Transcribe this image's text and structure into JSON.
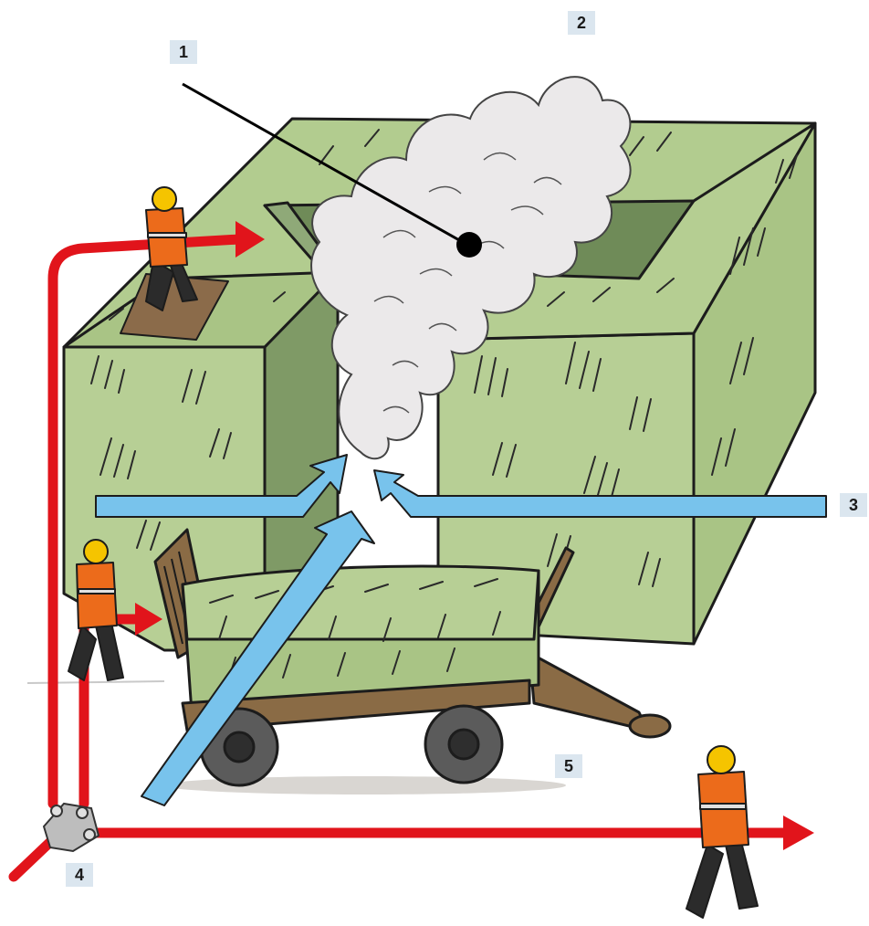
{
  "labels": {
    "l1": "1",
    "l2": "2",
    "l3": "3",
    "l4": "4",
    "l5": "5"
  },
  "colors": {
    "hay_light": "#b7cf95",
    "hay_mid": "#a9c485",
    "hay_dark": "#7f9a66",
    "smoke": "#ebe9ea",
    "hose_red": "#e1141b",
    "air_blue": "#78c3ec",
    "wagon_brown": "#8a6b45",
    "wheel_grey": "#5b5b5b",
    "helmet_yellow": "#f5c400",
    "suit_orange": "#ec6b1b",
    "label_bg": "#dbe6ef"
  },
  "icons": {
    "firefighter": "firefighter-icon",
    "distributor": "hose-distributor-icon"
  }
}
